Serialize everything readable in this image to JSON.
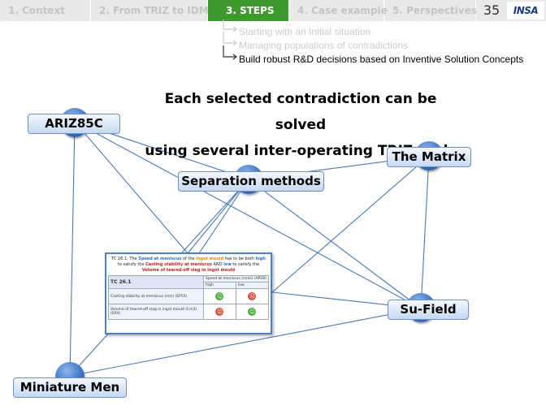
{
  "nav": {
    "tabs": [
      {
        "label": "1. Context"
      },
      {
        "label": "2. From TRIZ to IDM"
      },
      {
        "label": "3. STEPS"
      },
      {
        "label": "4. Case example"
      },
      {
        "label": "5. Perspectives"
      }
    ],
    "page_number": "35",
    "logo_text": "INSA"
  },
  "steps": {
    "items": [
      {
        "label": "Starting with an Initial situation"
      },
      {
        "label": "Managing populations of contradictions"
      },
      {
        "label": "Build robust R&D decisions based on Inventive Solution Concepts"
      }
    ]
  },
  "heading": {
    "line1": "Each selected contradiction can be solved",
    "line2": "using several inter-operating TRIZ tools"
  },
  "nodes": {
    "ariz": "ARIZ85C",
    "separation": "Separation methods",
    "matrix": "The Matrix",
    "sufield": "Su-Field",
    "miniature": "Miniature Men"
  },
  "contradiction": {
    "desc_prefix": "TC 26.1: The ",
    "desc_param1": "Speed at meniscus",
    "desc_of": " of the ",
    "desc_element": "ingot mould",
    "desc_mid1": " has to be both ",
    "desc_high": "high",
    "desc_mid2": " to satisfy the ",
    "desc_eval1": "Casting stability at meniscus",
    "desc_and": " AND ",
    "desc_low": "low",
    "desc_mid3": " to satisfy the ",
    "desc_eval2": "Volume of teared-off slag in ingot mould",
    "table": {
      "id": "TC 26.1",
      "param_header": "Speed at meniscus (cm/s) (AP28)",
      "col_high": "high",
      "col_low": "low",
      "row1": "Casting stability at meniscus (m/s) (EP55)",
      "row2": "Volume of teared-off slag in ingot mould (Cm3) (EP4)"
    }
  },
  "colors": {
    "nav_active": "#3f9a2d",
    "node_fill": "#3b73c4",
    "link_color": "#4a78b8"
  }
}
